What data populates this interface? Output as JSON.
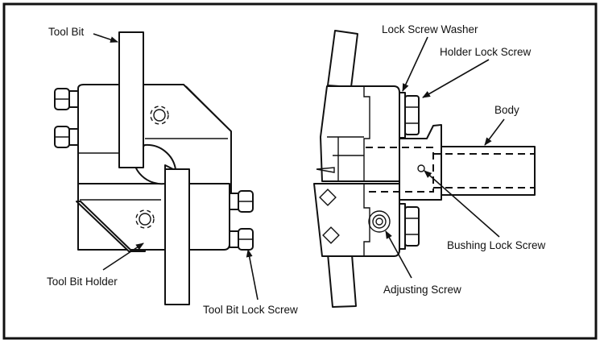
{
  "title": "Tool bit holder assembly - front and side views",
  "colors": {
    "line": "#111111",
    "background": "#ffffff"
  },
  "left_view": {
    "labels": {
      "tool_bit": "Tool Bit",
      "tool_bit_holder": "Tool Bit Holder",
      "tool_bit_lock_screw": "Tool Bit Lock Screw"
    }
  },
  "right_view": {
    "labels": {
      "lock_screw_washer": "Lock Screw Washer",
      "holder_lock_screw": "Holder Lock Screw",
      "body": "Body",
      "bushing_lock_screw": "Bushing Lock Screw",
      "adjusting_screw": "Adjusting Screw"
    }
  }
}
